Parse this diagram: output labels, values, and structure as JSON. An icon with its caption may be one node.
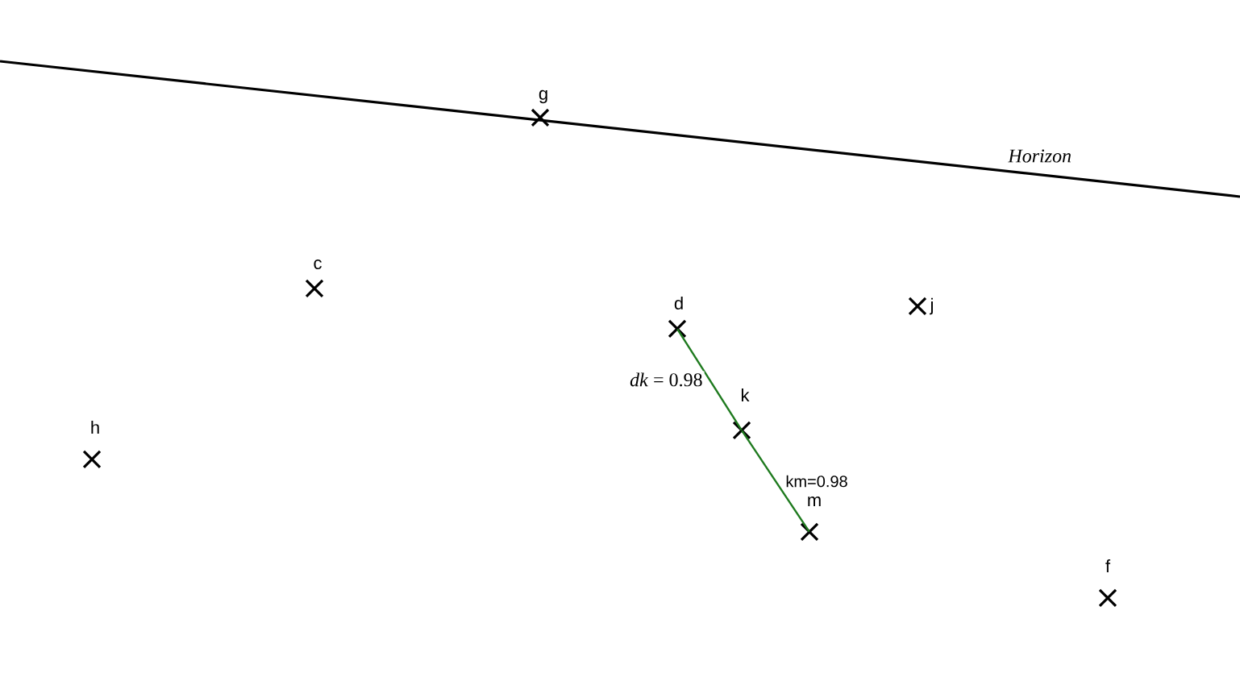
{
  "diagram": {
    "nodes": [
      {
        "text": [
          "g"
        ]
      },
      {
        "text": [
          "c"
        ]
      },
      {
        "text": [
          "d"
        ]
      },
      {
        "text": [
          "j"
        ]
      },
      {
        "text": [
          "h"
        ]
      },
      {
        "text": [
          "k"
        ]
      },
      {
        "text": [
          "m"
        ]
      },
      {
        "text": [
          "f"
        ]
      }
    ],
    "edges": [
      {
        "from": 2,
        "to": 5,
        "arrow": "none",
        "label": "*dk* = 0.98"
      },
      {
        "from": 5,
        "to": 6,
        "arrow": "none",
        "label": "km=0.98"
      }
    ],
    "labels": [
      "Horizon"
    ]
  }
}
